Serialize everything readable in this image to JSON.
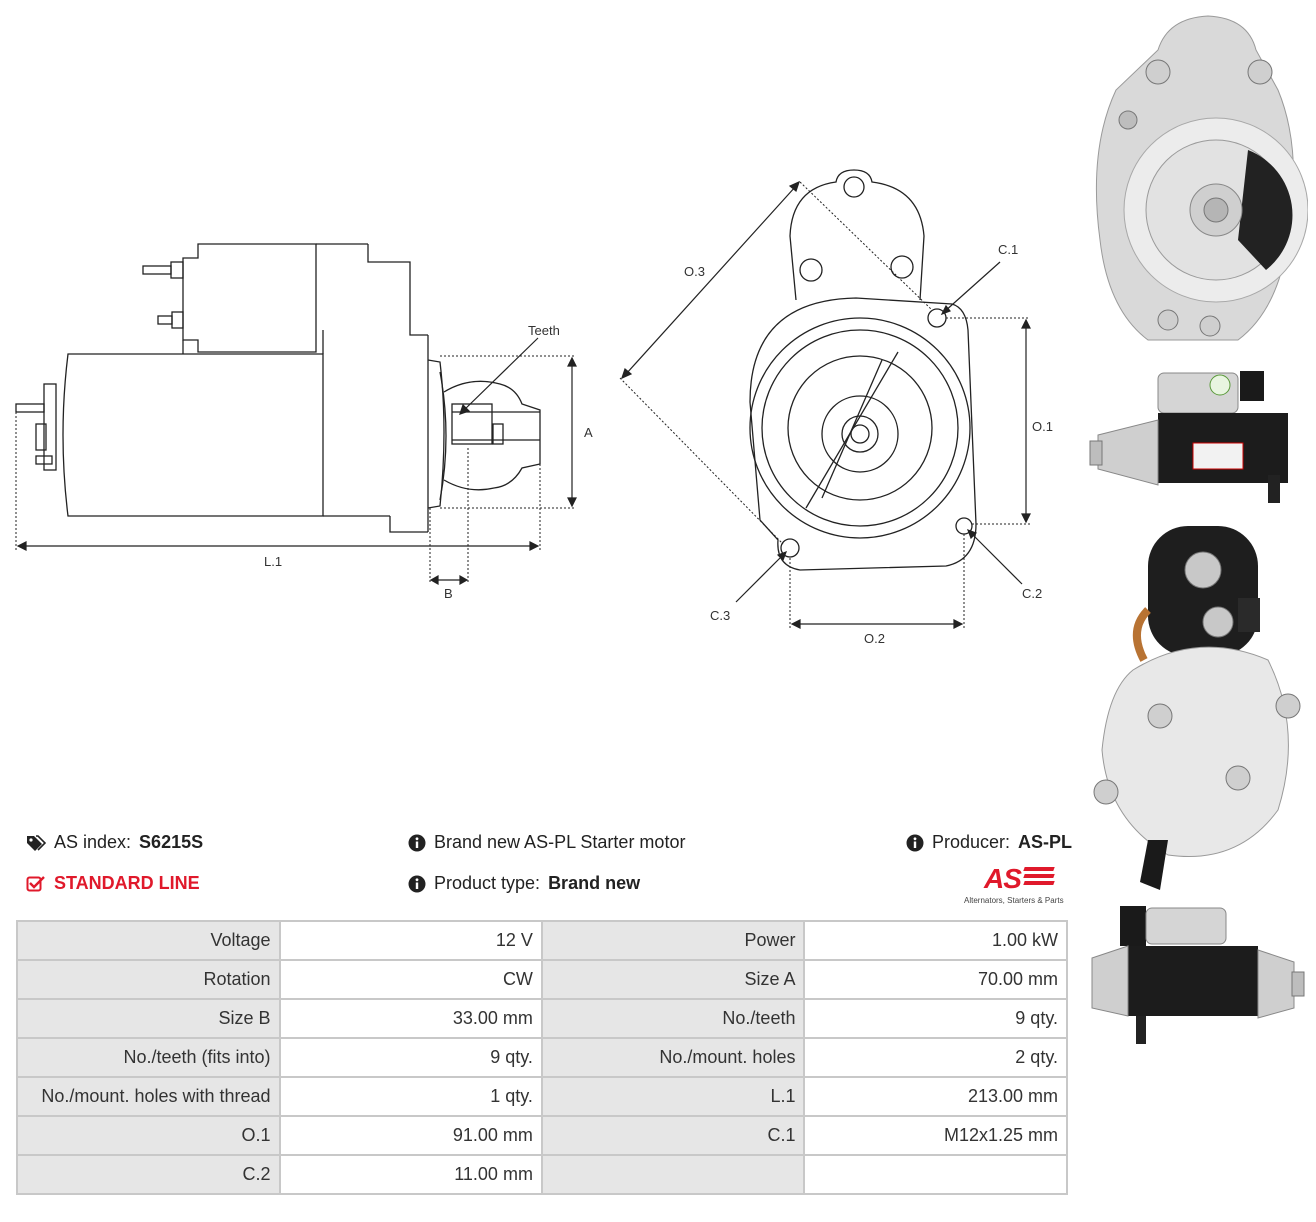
{
  "diagram": {
    "side": {
      "teeth": "Teeth",
      "a": "A",
      "b": "B",
      "l1": "L.1"
    },
    "front": {
      "o1": "O.1",
      "o2": "O.2",
      "o3": "O.3",
      "c1": "C.1",
      "c2": "C.2",
      "c3": "C.3"
    }
  },
  "info": {
    "as_index_label": "AS index:",
    "as_index_value": "S6215S",
    "line_label": "STANDARD LINE",
    "description": "Brand new AS-PL Starter motor",
    "product_type_label": "Product type:",
    "product_type_value": "Brand new",
    "producer_label": "Producer:",
    "producer_value": "AS-PL",
    "logo_text": "AS",
    "logo_tagline": "Alternators, Starters & Parts"
  },
  "specs": [
    [
      "Voltage",
      "12 V",
      "Power",
      "1.00 kW"
    ],
    [
      "Rotation",
      "CW",
      "Size A",
      "70.00 mm"
    ],
    [
      "Size B",
      "33.00 mm",
      "No./teeth",
      "9 qty."
    ],
    [
      "No./teeth (fits into)",
      "9 qty.",
      "No./mount. holes",
      "2 qty."
    ],
    [
      "No./mount. holes with thread",
      "1 qty.",
      "L.1",
      "213.00 mm"
    ],
    [
      "O.1",
      "91.00 mm",
      "C.1",
      "M12x1.25 mm"
    ],
    [
      "C.2",
      "11.00 mm",
      "",
      ""
    ]
  ],
  "colors": {
    "accent": "#e0192b",
    "header_bg": "#e6e6e6",
    "border": "#c8c8c8"
  }
}
